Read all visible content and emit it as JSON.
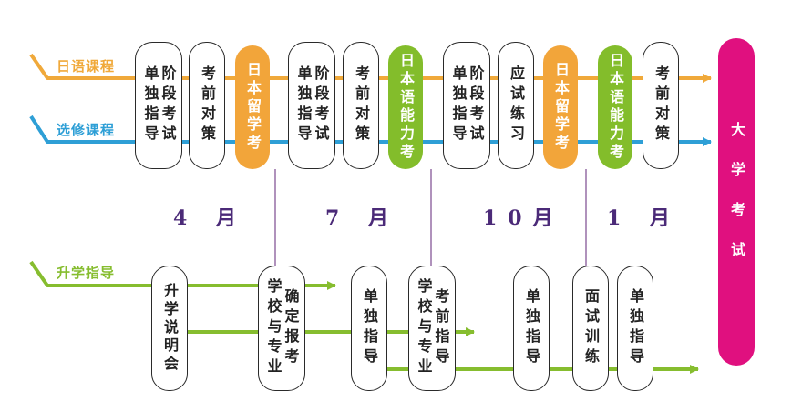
{
  "lanes": {
    "japanese": {
      "label": "日语课程",
      "color": "#f0a93a"
    },
    "elective": {
      "label": "选修课程",
      "color": "#2e9fd6"
    },
    "guidance": {
      "label": "升学指导",
      "color": "#86bd2f"
    }
  },
  "course_boxes": [
    {
      "lines": [
        "阶段考试",
        "单独指导"
      ]
    },
    {
      "lines": [
        "考前对策"
      ]
    },
    {
      "lines": [
        "日本留学考"
      ],
      "kind": "eju"
    },
    {
      "lines": [
        "阶段考试",
        "单独指导"
      ]
    },
    {
      "lines": [
        "考前对策"
      ]
    },
    {
      "lines": [
        "日本语能力考"
      ],
      "kind": "jlpt"
    },
    {
      "lines": [
        "阶段考试",
        "单独指导"
      ]
    },
    {
      "lines": [
        "应试练习"
      ]
    },
    {
      "lines": [
        "日本留学考"
      ],
      "kind": "eju"
    },
    {
      "lines": [
        "日本语能力考"
      ],
      "kind": "jlpt"
    },
    {
      "lines": [
        "考前对策"
      ]
    }
  ],
  "months": [
    "4 月",
    "7 月",
    "10月",
    "1 月"
  ],
  "guidance_boxes": [
    {
      "lines": [
        "升学说明会"
      ]
    },
    {
      "lines": [
        "确定报考",
        "学校与专业"
      ]
    },
    {
      "lines": [
        "单独指导"
      ]
    },
    {
      "lines": [
        "考前指导",
        "学校与专业"
      ]
    },
    {
      "lines": [
        "单独指导"
      ]
    },
    {
      "lines": [
        "面试训练"
      ]
    },
    {
      "lines": [
        "单独指导"
      ]
    }
  ],
  "final_exam": {
    "label": "大学考试",
    "color": "#e0107f"
  },
  "colors": {
    "eju": "#f2a53a",
    "jlpt": "#83bd2b",
    "connector": "#7b4a8f",
    "border": "#2a2a2a"
  }
}
